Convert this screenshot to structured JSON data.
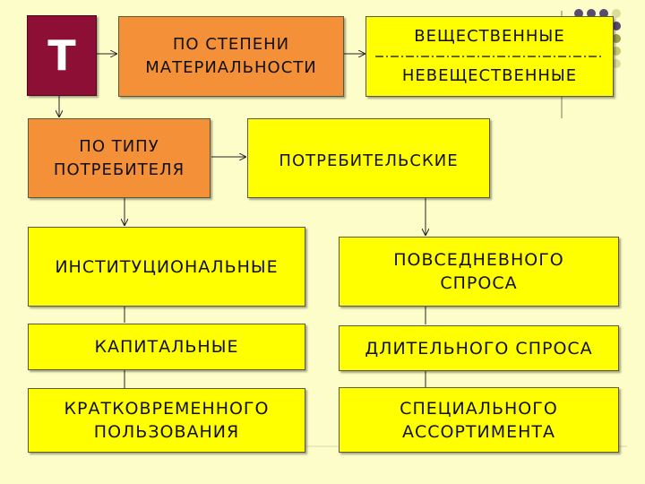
{
  "diagram": {
    "root_label": "Т",
    "materiality": {
      "label_line1": "ПО СТЕПЕНИ",
      "label_line2": "МАТЕРИАЛЬНОСТИ",
      "options": [
        "ВЕЩЕСТВЕННЫЕ",
        "НЕВЕЩЕСТВЕННЫЕ"
      ]
    },
    "consumer_type": {
      "label_line1": "ПО ТИПУ",
      "label_line2": "ПОТРЕБИТЕЛЯ"
    },
    "consumer_goods": {
      "label": "ПОТРЕБИТЕЛЬСКИЕ",
      "children": [
        {
          "line1": "ПОВСЕДНЕВНОГО",
          "line2": "СПРОСА"
        },
        {
          "line1": "ДЛИТЕЛЬНОГО СПРОСА",
          "line2": ""
        },
        {
          "line1": "СПЕЦИАЛЬНОГО",
          "line2": "АССОРТИМЕНТА"
        }
      ]
    },
    "institutional": {
      "label": "ИНСТИТУЦИОНАЛЬНЫЕ",
      "children": [
        {
          "line1": "КАПИТАЛЬНЫЕ",
          "line2": ""
        },
        {
          "line1": "КРАТКОВРЕМЕННОГО",
          "line2": "ПОЛЬЗОВАНИЯ"
        }
      ]
    }
  },
  "colors": {
    "background": "#fdfdc9",
    "orange": "#f39038",
    "yellow": "#ffff00",
    "logo": "#8e0f36"
  },
  "decor": {
    "dot_colors": [
      "#5a4a6e",
      "#9e9e4a",
      "#c8c870",
      "#dcdc9a"
    ]
  }
}
